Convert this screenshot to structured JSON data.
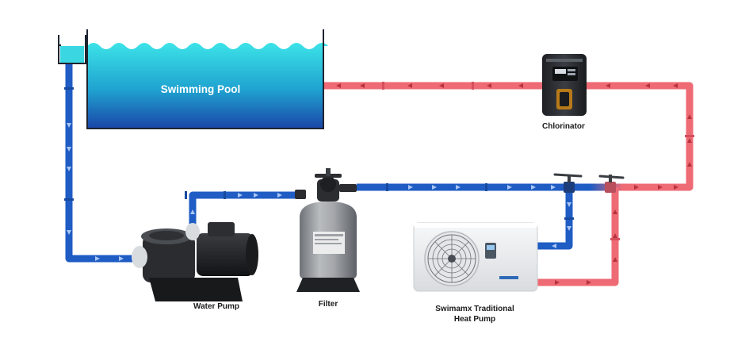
{
  "labels": {
    "pool": "Swimming Pool",
    "chlorinator": "Chlorinator",
    "filter": "Filter",
    "water_pump": "Water Pump",
    "heat_pump_line1": "Swimamx Traditional",
    "heat_pump_line2": "Heat Pump"
  },
  "colors": {
    "cold_pipe": "#1f5cc4",
    "hot_pipe": "#ee6a74",
    "pool_top": "#3ce3e8",
    "pool_bottom": "#1a45a8",
    "label_text": "#1b1b1b"
  },
  "icons": {
    "pool": "swimming-pool-icon",
    "chlorinator": "chlorinator-device-icon",
    "filter": "sand-filter-icon",
    "water_pump": "water-pump-icon",
    "heat_pump": "heat-pump-unit-icon",
    "valve": "valve-icon"
  }
}
